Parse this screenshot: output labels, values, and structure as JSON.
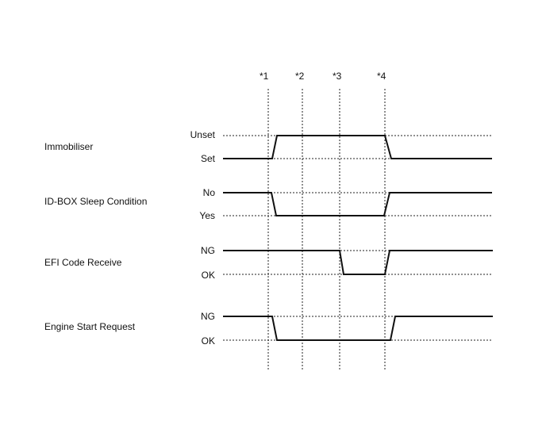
{
  "timing_marks": [
    "*1",
    "*2",
    "*3",
    "*4"
  ],
  "signals": [
    {
      "name": "Immobiliser",
      "high_label": "Unset",
      "low_label": "Set"
    },
    {
      "name": "ID-BOX Sleep Condition",
      "high_label": "No",
      "low_label": "Yes"
    },
    {
      "name": "EFI Code Receive",
      "high_label": "NG",
      "low_label": "OK"
    },
    {
      "name": "Engine Start Request",
      "high_label": "NG",
      "low_label": "OK"
    }
  ]
}
